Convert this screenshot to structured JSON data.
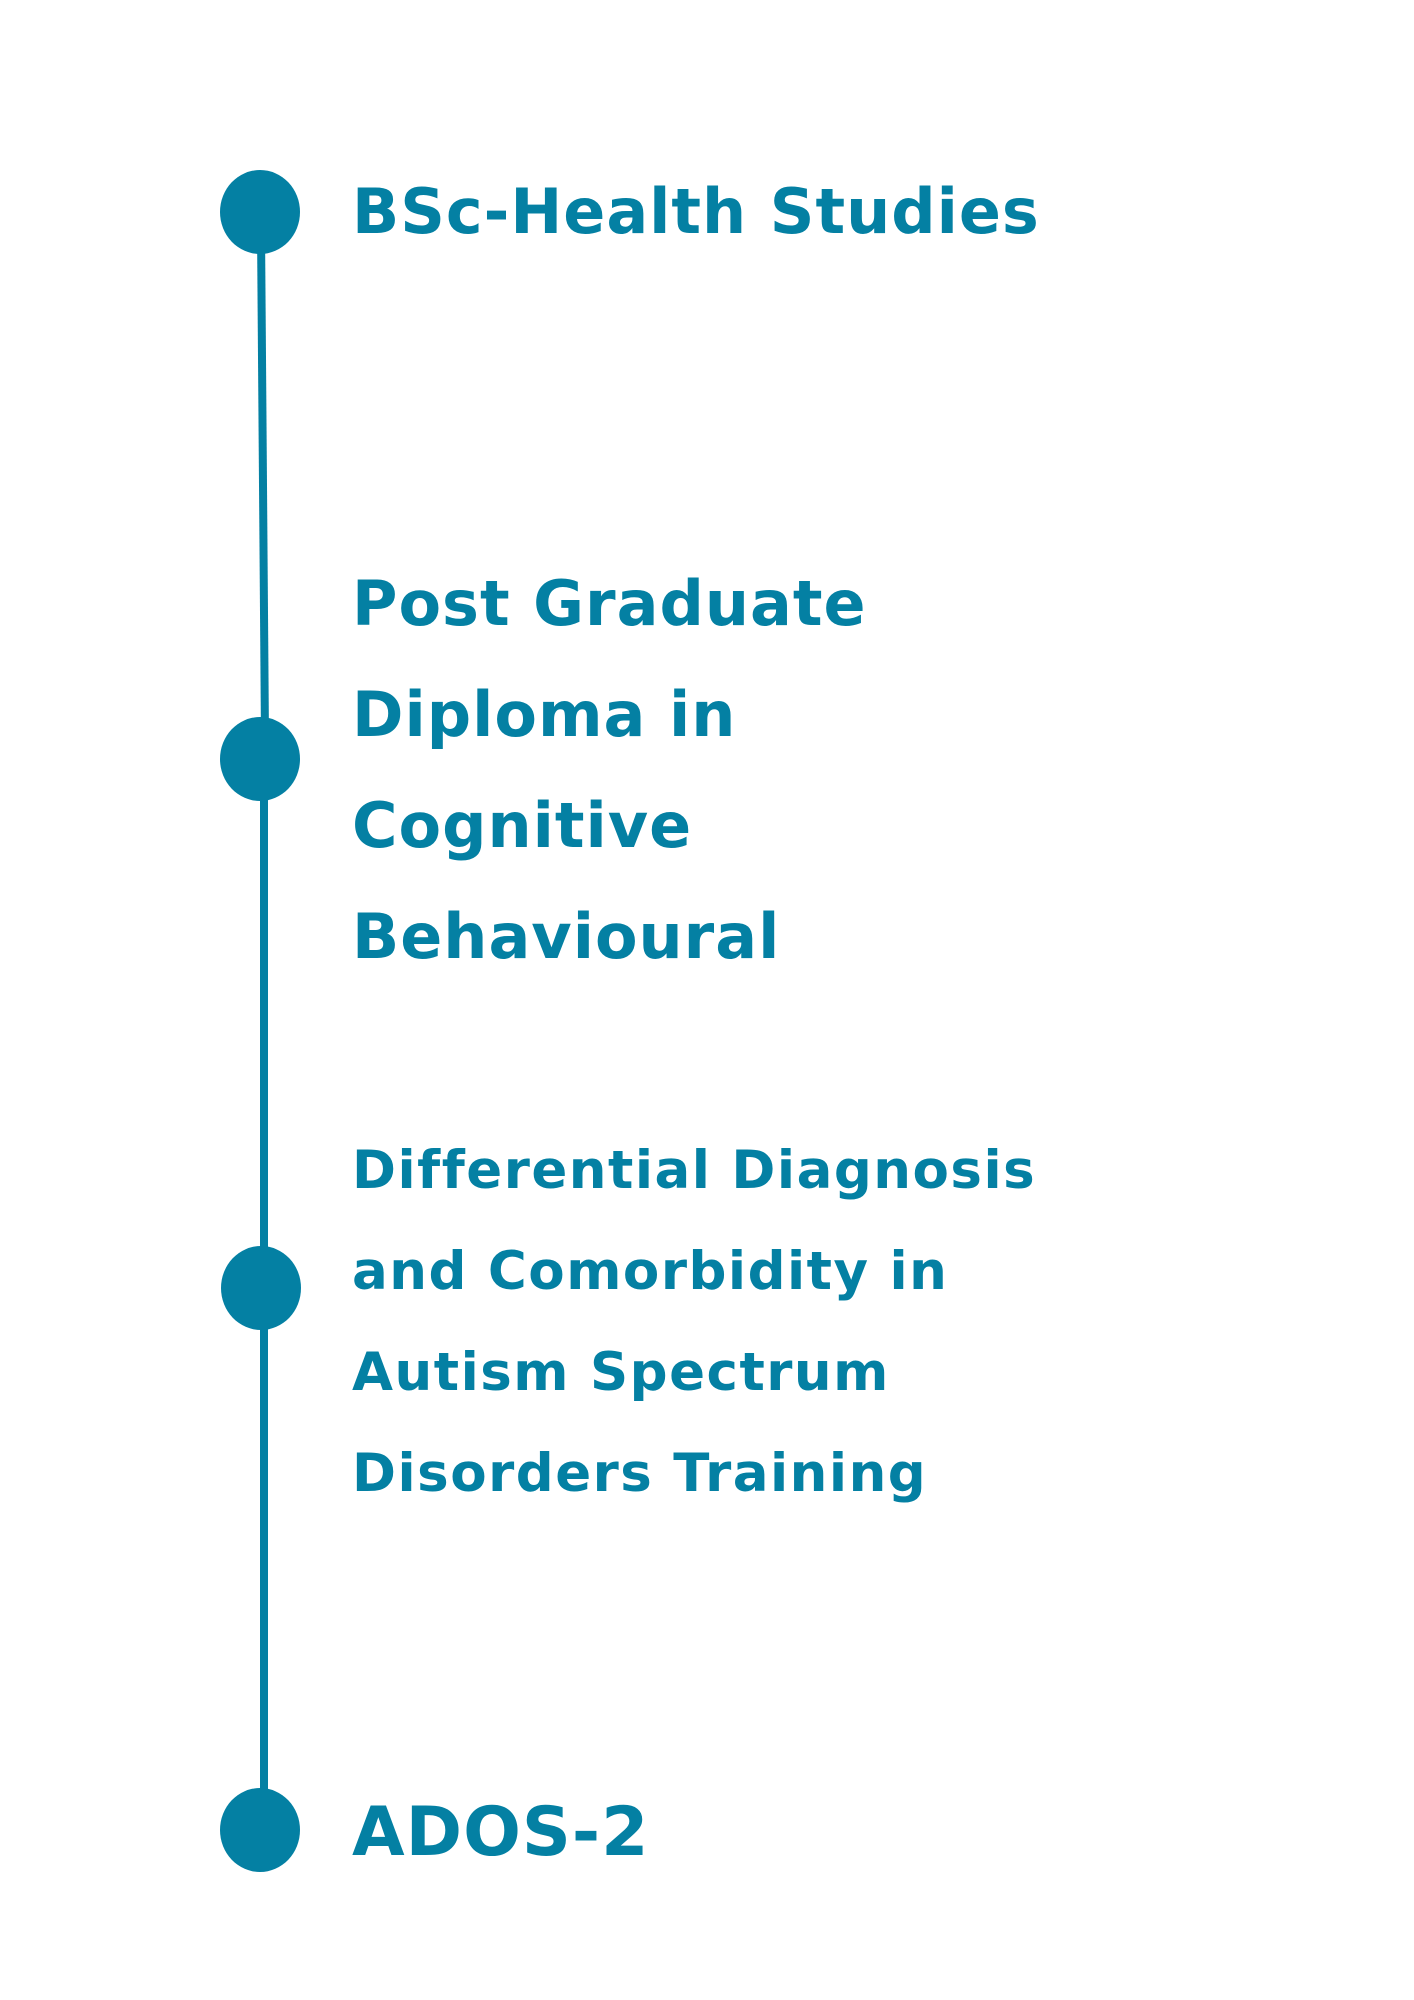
{
  "theme": {
    "accent": "#0480A3",
    "background": "#FFFFFF"
  },
  "timeline": {
    "items": [
      {
        "lines": [
          "BSc-Health Studies"
        ]
      },
      {
        "lines": [
          "Post Graduate",
          "Diploma in",
          "Cognitive",
          "Behavioural"
        ]
      },
      {
        "lines": [
          "Differential Diagnosis",
          "and Comorbidity in",
          "Autism Spectrum",
          "Disorders Training"
        ]
      },
      {
        "lines": [
          "ADOS-2"
        ]
      }
    ]
  }
}
